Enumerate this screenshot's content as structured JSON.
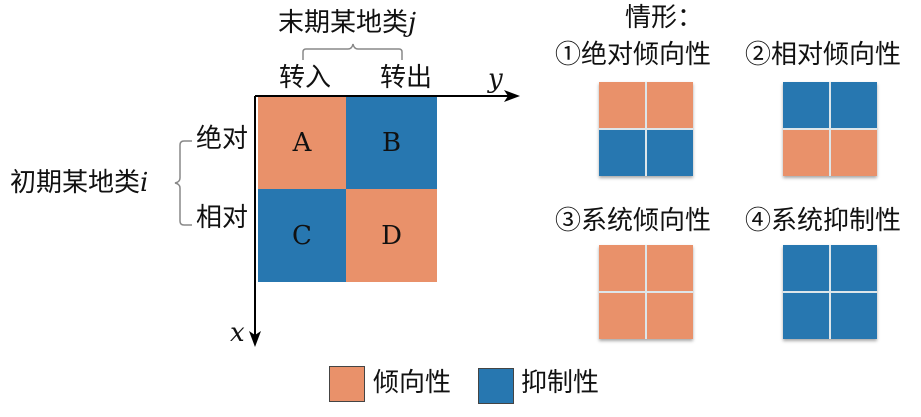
{
  "colors": {
    "tendency": "#E9916A",
    "inhibition": "#2777B0"
  },
  "main": {
    "top_label": "末期某地类",
    "top_var": "j",
    "col_in": "转入",
    "col_out": "转出",
    "y_axis": "y",
    "x_axis": "x",
    "left_label": "初期某地类",
    "left_var": "i",
    "row_abs": "绝对",
    "row_rel": "相对",
    "cells": [
      {
        "label": "A",
        "type": "tendency"
      },
      {
        "label": "B",
        "type": "inhibition"
      },
      {
        "label": "C",
        "type": "inhibition"
      },
      {
        "label": "D",
        "type": "tendency"
      }
    ]
  },
  "legend": {
    "tendency": "倾向性",
    "inhibition": "抑制性"
  },
  "cases": {
    "title": "情形：",
    "items": [
      {
        "label": "①绝对倾向性",
        "cells": [
          "tendency",
          "tendency",
          "inhibition",
          "inhibition"
        ]
      },
      {
        "label": "②相对倾向性",
        "cells": [
          "inhibition",
          "inhibition",
          "tendency",
          "tendency"
        ]
      },
      {
        "label": "③系统倾向性",
        "cells": [
          "tendency",
          "tendency",
          "tendency",
          "tendency"
        ]
      },
      {
        "label": "④系统抑制性",
        "cells": [
          "inhibition",
          "inhibition",
          "inhibition",
          "inhibition"
        ]
      }
    ]
  }
}
